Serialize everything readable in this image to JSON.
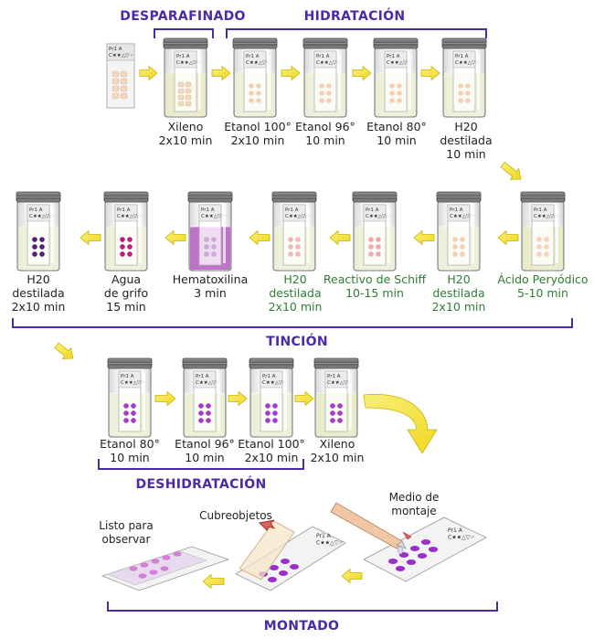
{
  "colors": {
    "section_title": "#4a2aa8",
    "green_steps": "#2e7d32",
    "arrow_fill": "#f2e53a",
    "arrow_stroke": "#c8b400"
  },
  "sections": {
    "desparafinado": "DESPARAFINADO",
    "hidratacion": "HIDRATACIÓN",
    "tincion": "TINCIÓN",
    "deshidratacion": "DESHIDRATACIÓN",
    "montado": "MONTADO"
  },
  "slide_writing": {
    "line1": "Pr1      A",
    "line2": "C★★△▽☞"
  },
  "row1": [
    {
      "lines": [
        "Xileno",
        "2x10 min"
      ],
      "green": false
    },
    {
      "lines": [
        "Etanol 100°",
        "2x10 min"
      ],
      "green": false
    },
    {
      "lines": [
        "Etanol 96°",
        "10 min"
      ],
      "green": false
    },
    {
      "lines": [
        "Etanol 80°",
        "10 min"
      ],
      "green": false
    },
    {
      "lines": [
        "H20",
        "destilada",
        "10 min"
      ],
      "green": false
    }
  ],
  "row2": [
    {
      "lines": [
        "H20",
        "destilada",
        "2x10 min"
      ],
      "green": false
    },
    {
      "lines": [
        "Agua",
        "de grifo",
        "15 min"
      ],
      "green": false
    },
    {
      "lines": [
        "Hematoxilina",
        "3 min"
      ],
      "green": false
    },
    {
      "lines": [
        "H20",
        "destilada",
        "2x10 min"
      ],
      "green": true
    },
    {
      "lines": [
        "Reactivo de Schiff",
        "10-15 min"
      ],
      "green": true
    },
    {
      "lines": [
        "H20",
        "destilada",
        "2x10 min"
      ],
      "green": true
    },
    {
      "lines": [
        "Ácido Peryódico",
        "5-10 min"
      ],
      "green": true
    }
  ],
  "row3": [
    {
      "lines": [
        "Etanol 80°",
        "10 min"
      ],
      "green": false
    },
    {
      "lines": [
        "Etanol 96°",
        "10 min"
      ],
      "green": false
    },
    {
      "lines": [
        "Etanol 100°",
        "2x10 min"
      ],
      "green": false
    },
    {
      "lines": [
        "Xileno",
        "2x10 min"
      ],
      "green": false
    }
  ],
  "montado": {
    "listo": [
      "Listo para",
      "observar"
    ],
    "cubreobjetos": "Cubreobjetos",
    "medio": [
      "Medio de",
      "montaje"
    ]
  }
}
